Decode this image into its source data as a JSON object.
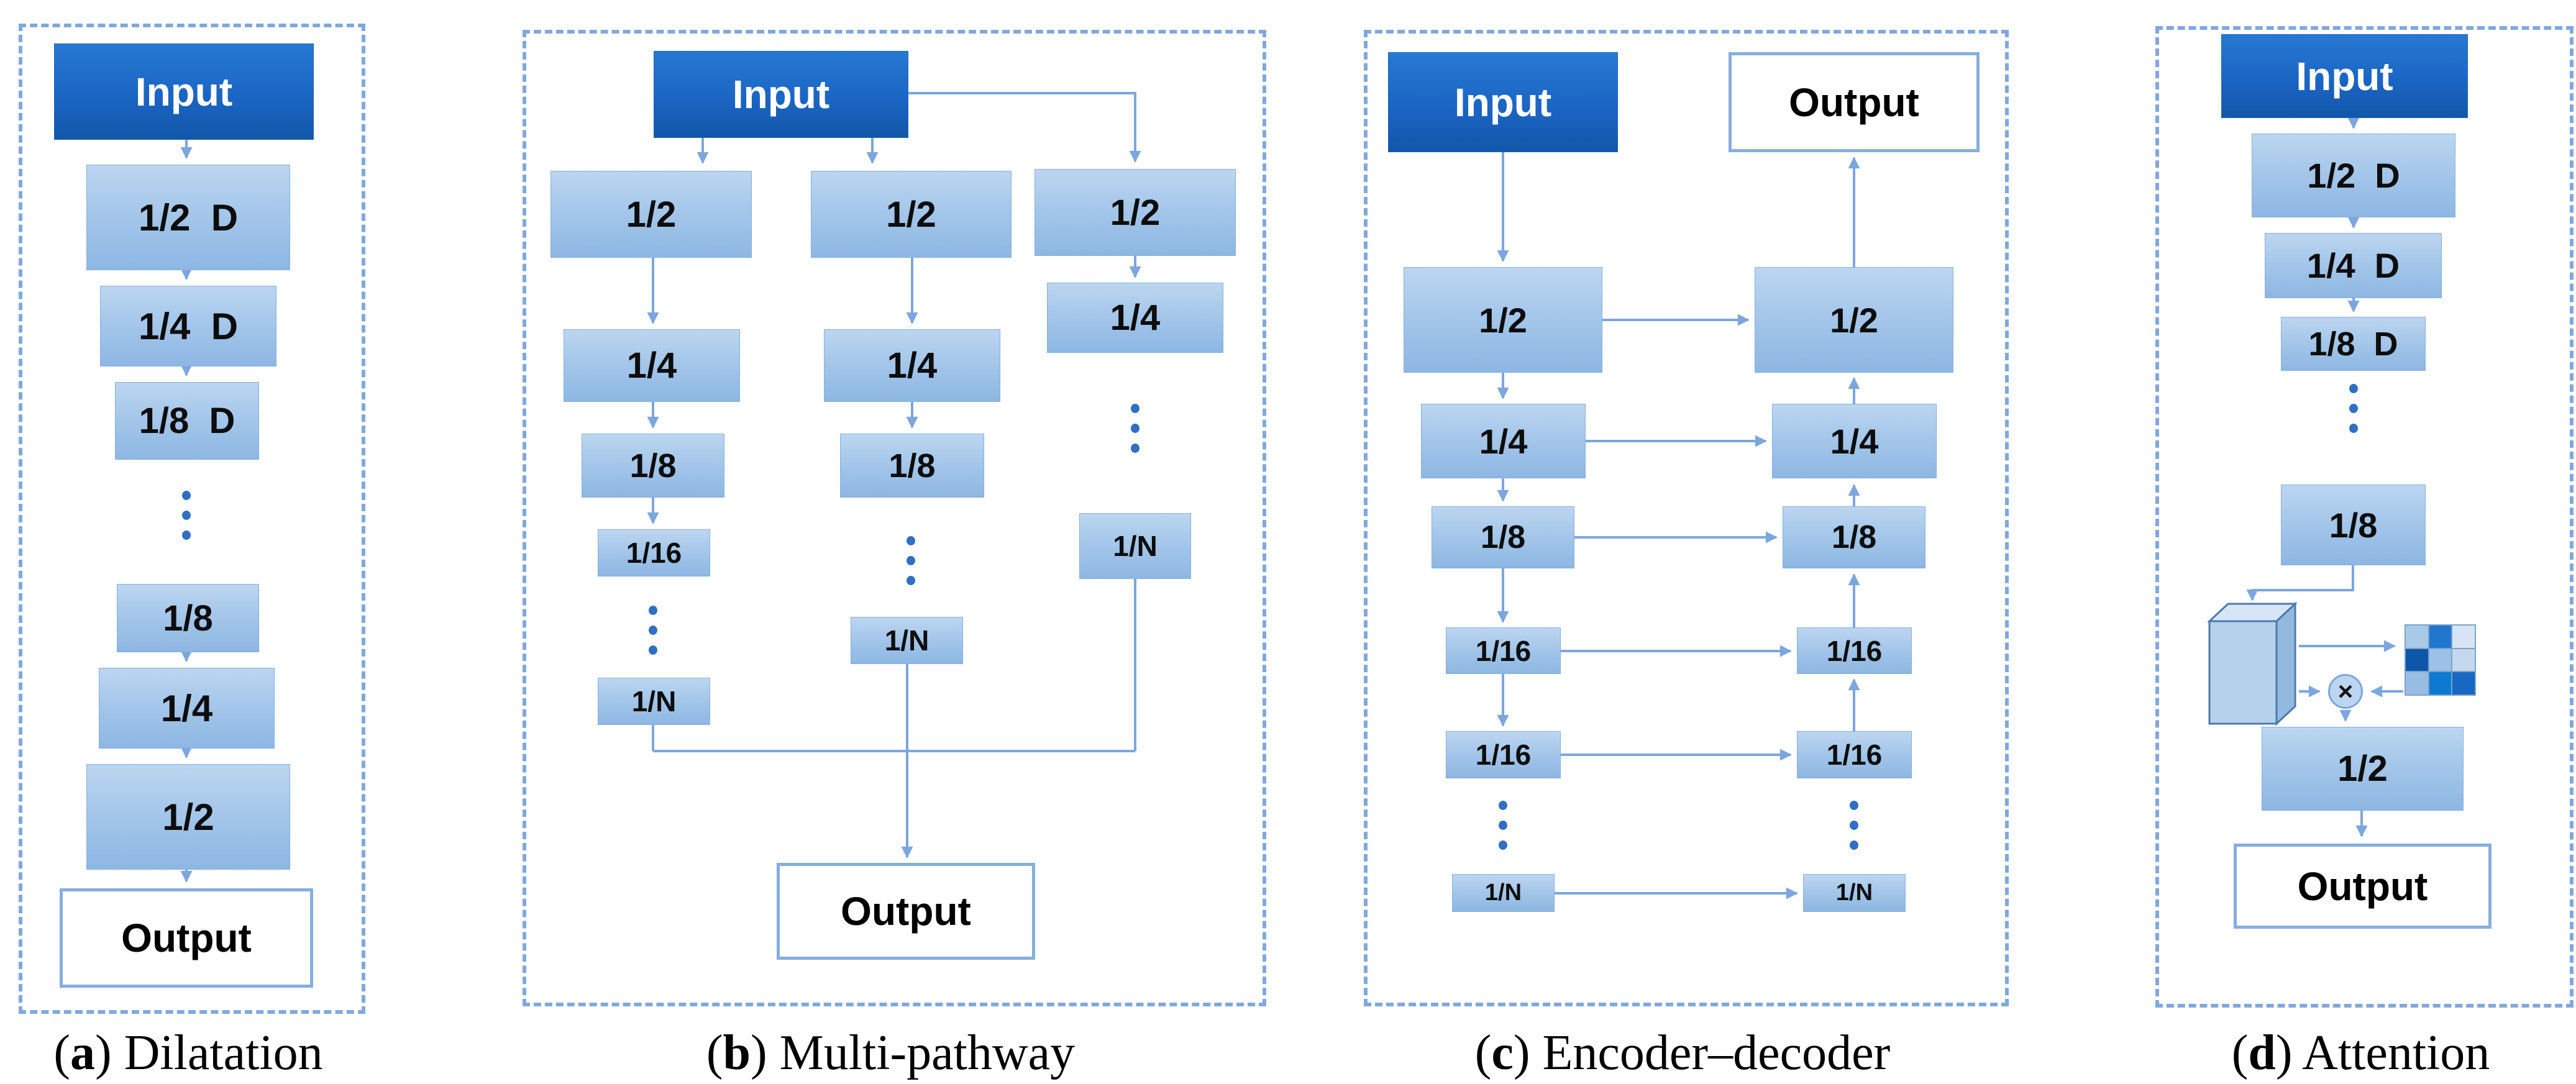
{
  "figure": {
    "description": "Four CNN architecture patterns",
    "colors": {
      "accent_dark": "#1b65c4",
      "box_light_top": "#bcd6f0",
      "box_light_bottom": "#8db7e3",
      "line": "#7ca6de",
      "dashed_border": "#80a8de",
      "dot": "#2f6fc4",
      "output_border": "#85aede"
    }
  },
  "panels": {
    "a": {
      "input": "Input",
      "b1": "1/2  D",
      "b2": "1/4  D",
      "b3": "1/8  D",
      "b4": "1/8",
      "b5": "1/4",
      "b6": "1/2",
      "output": "Output",
      "cap_open": "(",
      "cap_letter": "a",
      "cap_rest": ") Dilatation"
    },
    "b": {
      "input": "Input",
      "c1": [
        "1/2",
        "1/4",
        "1/8",
        "1/16",
        "1/N"
      ],
      "c2": [
        "1/2",
        "1/4",
        "1/8",
        "1/N"
      ],
      "c3": [
        "1/2",
        "1/4",
        "1/N"
      ],
      "output": "Output",
      "cap_open": "(",
      "cap_letter": "b",
      "cap_rest": ") Multi-pathway"
    },
    "c": {
      "input": "Input",
      "enc": [
        "1/2",
        "1/4",
        "1/8",
        "1/16",
        "1/16",
        "1/N"
      ],
      "dec": [
        "1/2",
        "1/4",
        "1/8",
        "1/16",
        "1/16",
        "1/N"
      ],
      "output": "Output",
      "cap_open": "(",
      "cap_letter": "c",
      "cap_rest": ") Encoder–decoder"
    },
    "d": {
      "input": "Input",
      "stack": [
        "1/2  D",
        "1/4  D",
        "1/8  D",
        "1/8"
      ],
      "fuse": "1/2",
      "multiply": "×",
      "output": "Output",
      "grid": [
        [
          "#a9c9e8",
          "#1f78cd",
          "#d8e4f4"
        ],
        [
          "#0d57ab",
          "#9cc0e6",
          "#c6d8ee"
        ],
        [
          "#98bce2",
          "#0c7ad0",
          "#1668c2"
        ]
      ],
      "cap_open": "(",
      "cap_letter": "d",
      "cap_rest": ") Attention"
    }
  }
}
